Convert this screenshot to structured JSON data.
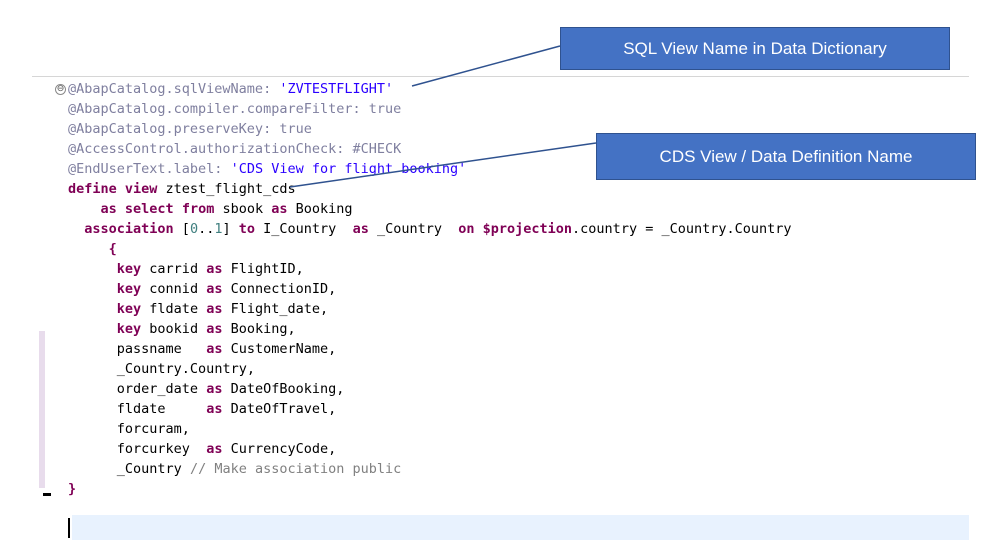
{
  "callouts": {
    "sql_view": "SQL  View Name in Data Dictionary",
    "cds_view": "CDS View / Data Definition Name"
  },
  "fold_icon": "⊖",
  "code": {
    "l1": {
      "a": "@AbapCatalog.sqlViewName: ",
      "b": "'ZVTESTFLIGHT'"
    },
    "l2": {
      "a": "@AbapCatalog.compiler.compareFilter: true"
    },
    "l3": {
      "a": "@AbapCatalog.preserveKey: true"
    },
    "l4": {
      "a": "@AccessControl.authorizationCheck: #CHECK"
    },
    "l5": {
      "a": "@EndUserText.label: ",
      "b": "'CDS View for flight booking'"
    },
    "l6": {
      "kw1": "define",
      "kw2": " view",
      "c": " ztest_flight_cds"
    },
    "l7": {
      "i": "    ",
      "kw1": "as",
      "kw2": " select",
      "kw3": " from",
      "c": " sbook ",
      "kw4": "as",
      "d": " Booking"
    },
    "l8": {
      "i": "  ",
      "kw1": "association",
      "c": " [",
      "n1": "0",
      "d": "..",
      "n2": "1",
      "e": "] ",
      "kw2": "to",
      "f": " I_Country  ",
      "kw3": "as",
      "g": " _Country  ",
      "kw4": "on",
      "h": " ",
      "kw5": "$projection",
      "j": ".country = _Country.Country"
    },
    "l9": {
      "i": "     ",
      "c": "{"
    },
    "l10": {
      "i": "      ",
      "kw": "key",
      "c": " carrid ",
      "kw2": "as",
      "d": " FlightID,"
    },
    "l11": {
      "i": "      ",
      "kw": "key",
      "c": " connid ",
      "kw2": "as",
      "d": " ConnectionID,"
    },
    "l12": {
      "i": "      ",
      "kw": "key",
      "c": " fldate ",
      "kw2": "as",
      "d": " Flight_date,"
    },
    "l13": {
      "i": "      ",
      "kw": "key",
      "c": " bookid ",
      "kw2": "as",
      "d": " Booking,"
    },
    "l14": {
      "i": "      ",
      "c": "passname   ",
      "kw2": "as",
      "d": " CustomerName,"
    },
    "l15": {
      "i": "      ",
      "c": "_Country.Country,"
    },
    "l16": {
      "i": "      ",
      "c": "order_date ",
      "kw2": "as",
      "d": " DateOfBooking,"
    },
    "l17": {
      "i": "      ",
      "c": "fldate     ",
      "kw2": "as",
      "d": " DateOfTravel,"
    },
    "l18": {
      "i": "      ",
      "c": "forcuram,"
    },
    "l19": {
      "i": "      ",
      "c": "forcurkey  ",
      "kw2": "as",
      "d": " CurrencyCode,"
    },
    "l20": {
      "i": "      ",
      "c": "_Country ",
      "cm": "// Make association public"
    },
    "l21": {
      "c": "}"
    }
  },
  "colors": {
    "callout_fill": "#4472c4",
    "keyword": "#7f0055",
    "string": "#2a00ff",
    "annotation": "#7f7f9f",
    "comment": "#808080",
    "current_line": "#e8f2fe"
  }
}
